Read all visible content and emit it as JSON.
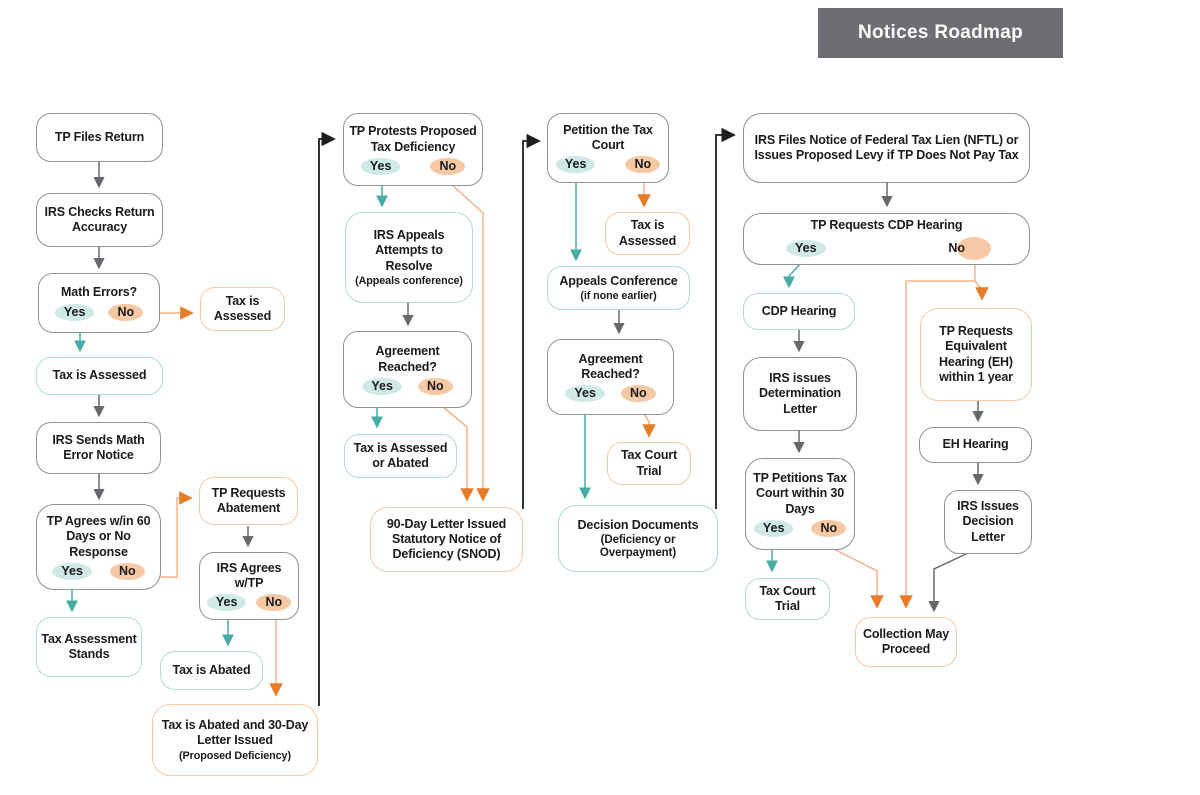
{
  "title": "Notices Roadmap",
  "colors": {
    "teal_arrow": "#47aca3",
    "teal_pill": "#cfe9e6",
    "teal_border": "#aedbd6",
    "orange_arrow": "#e87c28",
    "orange_line": "#f3b289",
    "orange_pill": "#f6c8a4",
    "orange_border": "#f7c9a2",
    "gray_arrow": "#66686b",
    "gray_border": "#8f9193",
    "black_line": "#1e1e1e",
    "title_bg": "#6d6e71"
  },
  "nodes": {
    "tp_files_return": {
      "label": "TP Files Return"
    },
    "irs_checks": {
      "label": "IRS Checks Return Accuracy"
    },
    "math_errors": {
      "label": "Math Errors?",
      "yes": "Yes",
      "no": "No"
    },
    "tax_is_assessed_right": {
      "label": "Tax is Assessed"
    },
    "tax_is_assessed_below": {
      "label": "Tax is Assessed"
    },
    "irs_sends_math_error": {
      "label": "IRS Sends Math Error Notice"
    },
    "tp_agrees_60": {
      "label": "TP Agrees w/in 60 Days or No Response",
      "yes": "Yes",
      "no": "No"
    },
    "tax_assessment_stands": {
      "label": "Tax Assessment Stands"
    },
    "tp_requests_abatement": {
      "label": "TP Requests Abatement"
    },
    "irs_agrees_wtp": {
      "label": "IRS Agrees w/TP",
      "yes": "Yes",
      "no": "No"
    },
    "tax_is_abated": {
      "label": "Tax is Abated"
    },
    "tax_abated_30day": {
      "label": "Tax is Abated and 30-Day Letter Issued",
      "note": "(Proposed Deficiency)"
    },
    "tp_protests": {
      "label": "TP Protests Proposed Tax Deficiency",
      "yes": "Yes",
      "no": "No"
    },
    "irs_appeals_resolve": {
      "label": "IRS Appeals Attempts to Resolve",
      "note": "(Appeals conference)"
    },
    "agreement_reached_1": {
      "label": "Agreement Reached?",
      "yes": "Yes",
      "no": "No"
    },
    "tax_assessed_or_abated": {
      "label": "Tax is Assessed or Abated"
    },
    "snod": {
      "label": "90-Day Letter Issued Statutory Notice of Deficiency (SNOD)"
    },
    "petition_tax_court": {
      "label": "Petition the Tax Court",
      "yes": "Yes",
      "no": "No"
    },
    "tax_is_assessed_c4": {
      "label": "Tax is Assessed"
    },
    "appeals_conference": {
      "label": "Appeals Conference",
      "note": "(if none earlier)"
    },
    "agreement_reached_2": {
      "label": "Agreement Reached?",
      "yes": "Yes",
      "no": "No"
    },
    "tax_court_trial_c4": {
      "label": "Tax Court Trial"
    },
    "decision_documents": {
      "label": "Decision Documents",
      "note": "(Deficiency or Overpayment)"
    },
    "nftl": {
      "label": "IRS Files Notice of Federal Tax Lien (NFTL) or Issues Proposed Levy if TP Does Not Pay Tax"
    },
    "cdp_request": {
      "label": "TP Requests CDP Hearing",
      "yes": "Yes",
      "no": "No"
    },
    "cdp_hearing": {
      "label": "CDP Hearing"
    },
    "determination_letter": {
      "label": "IRS issues Determination Letter"
    },
    "tp_petitions_30": {
      "label": "TP Petitions Tax Court within 30 Days",
      "yes": "Yes",
      "no": "No"
    },
    "tax_court_trial_c5": {
      "label": "Tax Court Trial"
    },
    "tp_requests_eh": {
      "label": "TP Requests Equivalent Hearing (EH) within 1 year"
    },
    "eh_hearing": {
      "label": "EH Hearing"
    },
    "irs_decision_letter": {
      "label": "IRS Issues Decision Letter"
    },
    "collection_may_proceed": {
      "label": "Collection May Proceed"
    }
  }
}
